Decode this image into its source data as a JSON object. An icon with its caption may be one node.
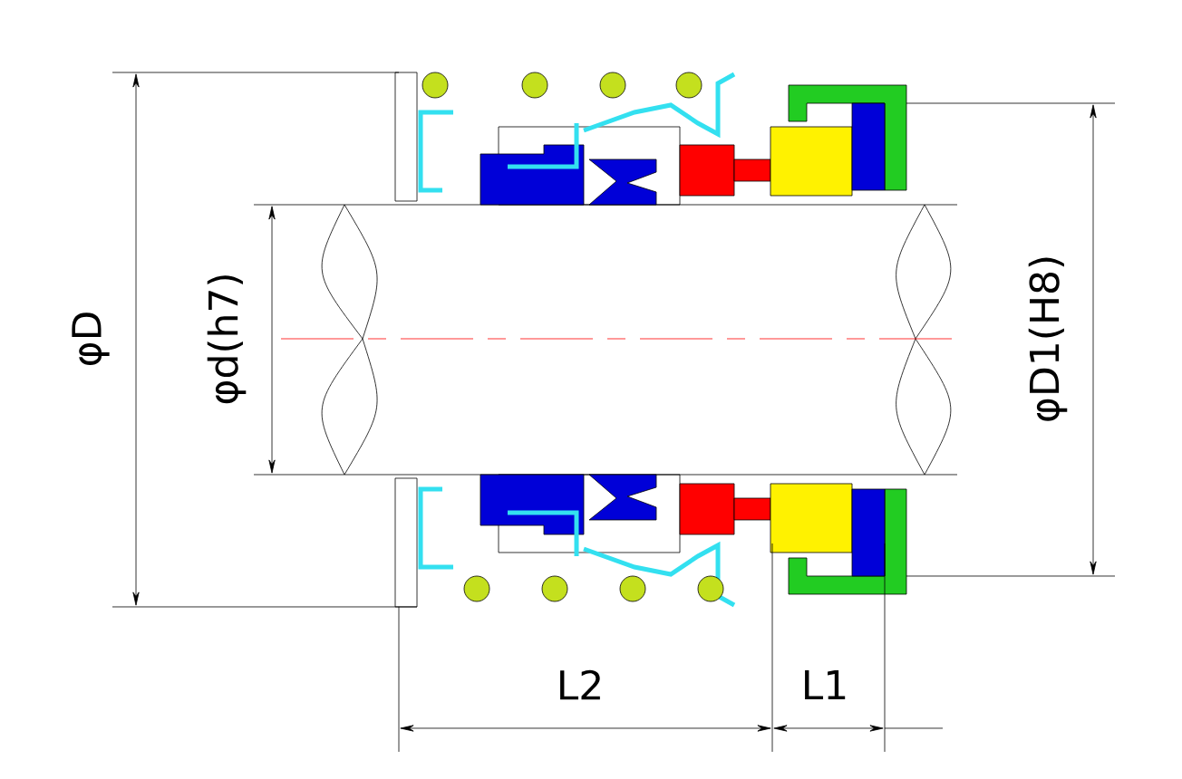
{
  "diagram": {
    "labels": [
      "φD",
      "φd(h7)",
      "φD1(H8)",
      "L2",
      "L1"
    ]
  }
}
